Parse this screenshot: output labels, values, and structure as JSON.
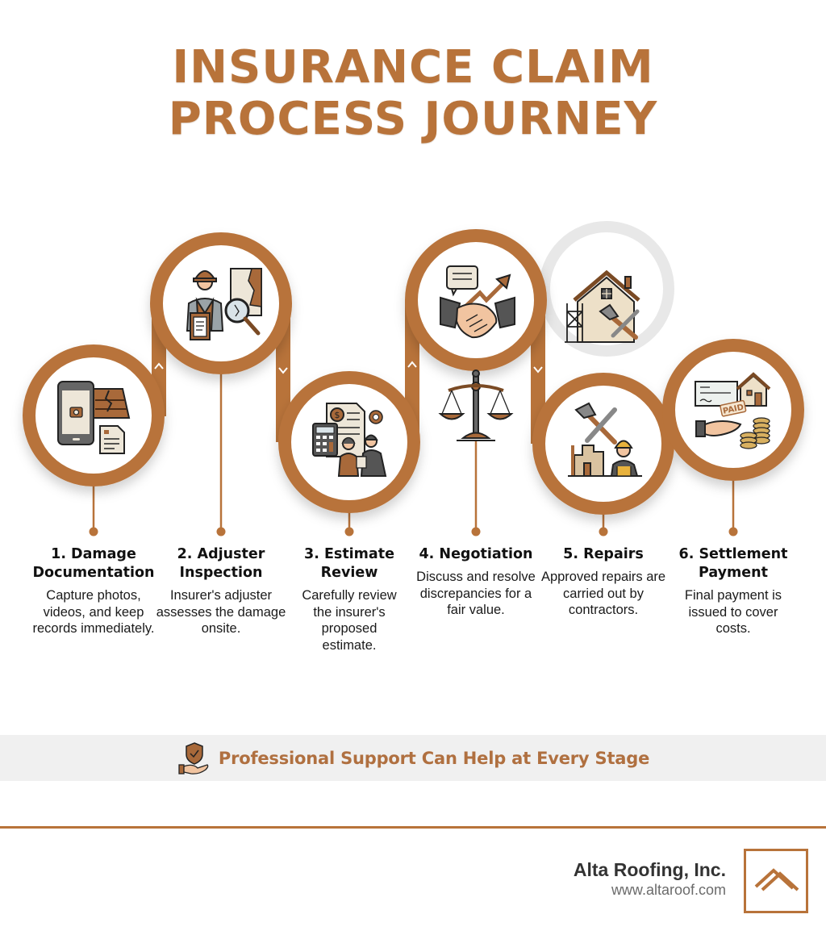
{
  "title": {
    "line1": "INSURANCE CLAIM",
    "line2": "PROCESS JOURNEY"
  },
  "colors": {
    "accent": "#B8733A",
    "banner_bg": "#F0F0F0",
    "banner_text": "#B07040",
    "ghost_circle": "#E8E8E8",
    "text_dark": "#111111"
  },
  "steps": [
    {
      "number": "1",
      "title": "1. Damage Documentation",
      "description": "Capture photos, videos, and keep records immediately.",
      "icon": "phone-camera-damage-document-icon"
    },
    {
      "number": "2",
      "title": "2. Adjuster Inspection",
      "description": "Insurer's adjuster assesses the damage onsite.",
      "icon": "adjuster-magnifier-inspection-icon"
    },
    {
      "number": "3",
      "title": "3. Estimate Review",
      "description": "Carefully review the insurer's proposed estimate.",
      "icon": "calculator-estimate-people-icon"
    },
    {
      "number": "4",
      "title": "4. Negotiation",
      "description": "Discuss and resolve discrepancies for a fair value.",
      "icon": "handshake-chart-icon",
      "secondary_icon": "scales-of-justice-icon"
    },
    {
      "number": "5",
      "title": "5. Repairs",
      "description": "Approved repairs are carried out by contractors.",
      "icon": "tools-contractor-icon",
      "ghost_icon": "house-scaffold-tools-icon"
    },
    {
      "number": "6",
      "title": "6. Settlement Payment",
      "description": "Final payment is issued to cover costs.",
      "icon": "paid-check-coins-icon",
      "stamp_text": "PAID"
    }
  ],
  "banner": {
    "text": "Professional Support Can Help at Every Stage",
    "icon": "hand-shield-check-icon"
  },
  "footer": {
    "company_name": "Alta Roofing, Inc.",
    "website": "www.altaroof.com",
    "logo": "roof-peaks-logo-icon"
  }
}
